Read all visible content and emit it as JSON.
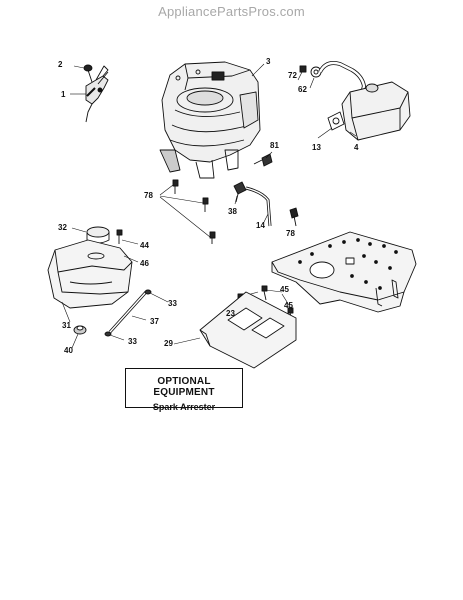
{
  "watermark": "AppliancePartsPros.com",
  "optional_box": {
    "title": "OPTIONAL EQUIPMENT",
    "subtitle": "Spark Arrester"
  },
  "callouts": {
    "c1": "1",
    "c2": "2",
    "c3": "3",
    "c4": "4",
    "c13": "13",
    "c14": "14",
    "c23": "23",
    "c29": "29",
    "c31": "31",
    "c32": "32",
    "c33a": "33",
    "c33b": "33",
    "c37": "37",
    "c38": "38",
    "c40": "40",
    "c44": "44",
    "c45a": "45",
    "c45b": "45",
    "c46": "46",
    "c62": "62",
    "c72": "72",
    "c78a": "78",
    "c78b": "78",
    "c81": "81"
  }
}
